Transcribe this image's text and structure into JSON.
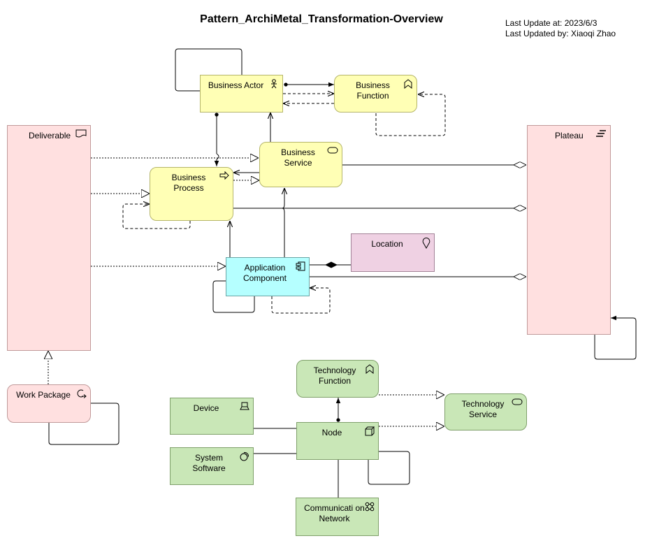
{
  "diagram": {
    "title": "Pattern_ArchiMetal_Transformation-Overview",
    "last_update": "Last Update at: 2023/6/3",
    "last_updated_by": "Last Updated by: Xiaoqi Zhao"
  },
  "elements": {
    "business_actor": "Business Actor",
    "business_function": "Business Function",
    "business_service": "Business Service",
    "business_process": "Business Process",
    "deliverable": "Deliverable",
    "plateau": "Plateau",
    "location": "Location",
    "application_component": "Application Component",
    "work_package": "Work Package",
    "technology_function": "Technology Function",
    "technology_service": "Technology Service",
    "device": "Device",
    "node": "Node",
    "system_software": "System Software",
    "communication_network": "Communicati on Network"
  },
  "icons": {
    "business_actor": "actor-icon",
    "business_function": "function-icon",
    "business_service": "service-icon",
    "business_process": "process-arrow-icon",
    "deliverable": "deliverable-icon",
    "plateau": "plateau-icon",
    "location": "location-pin-icon",
    "application_component": "component-icon",
    "work_package": "work-package-icon",
    "device": "device-icon",
    "node": "node-icon",
    "system_software": "system-software-icon",
    "communication_network": "network-icon"
  },
  "colors": {
    "business": "#ffffb5",
    "application": "#b5ffff",
    "technology": "#c9e7b7",
    "implementation": "#ffe0e0",
    "location": "#efd1e3"
  }
}
